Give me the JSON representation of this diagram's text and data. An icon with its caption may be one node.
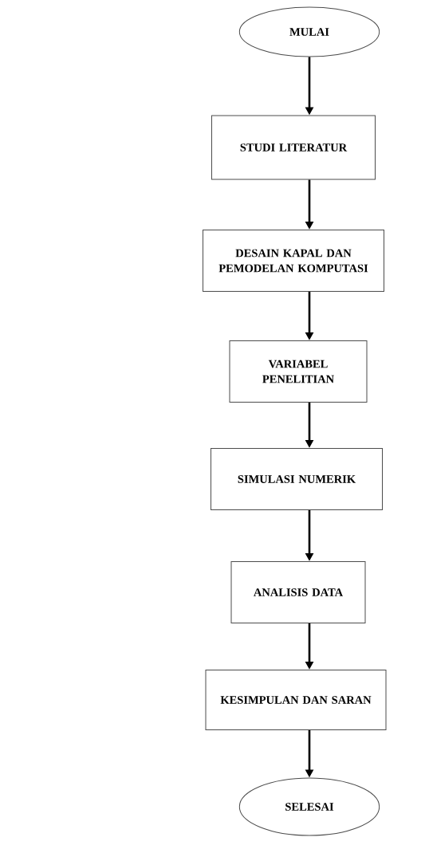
{
  "diagram": {
    "nodes": [
      {
        "text": [
          "MULAI"
        ]
      },
      {
        "text": [
          "STUDI LITERATUR"
        ]
      },
      {
        "text": [
          "DESAIN KAPAL DAN PEMODELAN KOMPUTASI"
        ]
      },
      {
        "text": [
          "VARIABEL PENELITIAN"
        ]
      },
      {
        "text": [
          "SIMULASI NUMERIK"
        ]
      },
      {
        "text": [
          "ANALISIS DATA"
        ]
      },
      {
        "text": [
          "KESIMPULAN DAN SARAN"
        ]
      },
      {
        "text": [
          "SELESAI"
        ]
      }
    ],
    "edges": [
      {
        "from": 0,
        "to": 1,
        "arrow": "to"
      },
      {
        "from": 1,
        "to": 2,
        "arrow": "to"
      },
      {
        "from": 2,
        "to": 3,
        "arrow": "to"
      },
      {
        "from": 3,
        "to": 4,
        "arrow": "to"
      },
      {
        "from": 4,
        "to": 5,
        "arrow": "to"
      },
      {
        "from": 5,
        "to": 6,
        "arrow": "to"
      },
      {
        "from": 6,
        "to": 7,
        "arrow": "to"
      }
    ]
  }
}
